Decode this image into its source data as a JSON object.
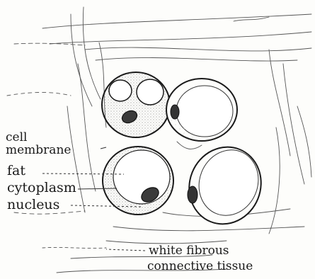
{
  "labels": {
    "cell": "cell",
    "membrane": "membrane",
    "fat": "fat",
    "cytoplasm": "cytoplasm",
    "nucleus": "nucleus",
    "white_fibrous": "white fibrous",
    "connective_tissue": "connective tissue"
  },
  "colors": {
    "ink": "#1a1a1a",
    "stipple": "#9a9a9a",
    "paper": "#fdfdfb"
  }
}
